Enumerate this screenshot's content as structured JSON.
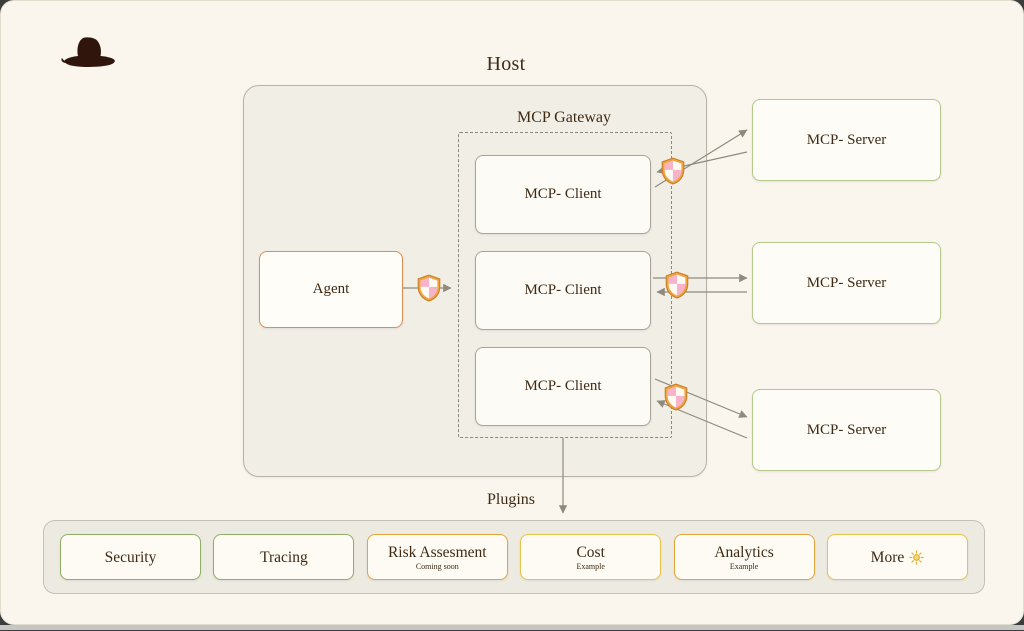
{
  "header": {
    "logo": "cowboy-hat",
    "title": "Host"
  },
  "gateway": {
    "label": "MCP Gateway"
  },
  "agent": {
    "label": "Agent"
  },
  "clients": [
    {
      "label": "MCP- Client"
    },
    {
      "label": "MCP- Client"
    },
    {
      "label": "MCP- Client"
    }
  ],
  "servers": [
    {
      "label": "MCP- Server"
    },
    {
      "label": "MCP- Server"
    },
    {
      "label": "MCP- Server"
    }
  ],
  "plugins_section": {
    "label": "Plugins"
  },
  "plugins": [
    {
      "label": "Security",
      "sublabel": "",
      "accent": "#8fae67"
    },
    {
      "label": "Tracing",
      "sublabel": "",
      "accent": "#8fae67"
    },
    {
      "label": "Risk Assesment",
      "sublabel": "Coming soon",
      "accent": "#e2a53c"
    },
    {
      "label": "Cost",
      "sublabel": "Example",
      "accent": "#e7c34a"
    },
    {
      "label": "Analytics",
      "sublabel": "Example",
      "accent": "#e2a53c"
    },
    {
      "label": "More",
      "sublabel": "",
      "accent": "#e7c34a",
      "icon": "bulb-icon"
    }
  ],
  "colors": {
    "background": "#faf6ee",
    "host_fill": "#f1eee6",
    "text": "#3f2a14",
    "agent_border": "#dd8e57",
    "server_border": "#b5c98d",
    "client_border": "#a9a49a",
    "arrow": "#8f8a7e",
    "shield_gold": "#f0a43c",
    "shield_pink": "#f6b3c9"
  }
}
